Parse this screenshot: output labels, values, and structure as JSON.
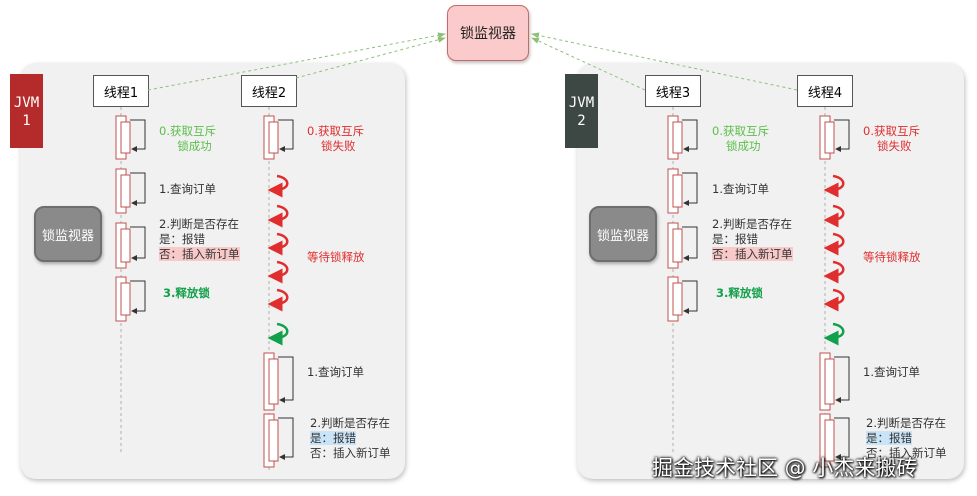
{
  "top_monitor": {
    "label": "锁监视器"
  },
  "jvms": [
    {
      "label_line1": "JVM",
      "label_line2": "1",
      "color": "#b52a2a",
      "monitor_label": "锁监视器",
      "thread_a": {
        "name": "线程1",
        "step0_line1": "0.获取互斥",
        "step0_line2": "锁成功",
        "step1": "1.查询订单",
        "step2_line1": "2.判断是否存在",
        "step2_line2": "是：报错",
        "step2_line3": "否：插入新订单",
        "step3": "3.释放锁"
      },
      "thread_b": {
        "name": "线程2",
        "step0_line1": "0.获取互斥",
        "step0_line2": "锁失败",
        "wait": "等待锁释放",
        "step1": "1.查询订单",
        "step2_line1": "2.判断是否存在",
        "step2_line2": "是：报错",
        "step2_line3": "否：插入新订单"
      }
    },
    {
      "label_line1": "JVM",
      "label_line2": "2",
      "color": "#3d4744",
      "monitor_label": "锁监视器",
      "thread_a": {
        "name": "线程3",
        "step0_line1": "0.获取互斥",
        "step0_line2": "锁成功",
        "step1": "1.查询订单",
        "step2_line1": "2.判断是否存在",
        "step2_line2": "是：报错",
        "step2_line3": "否：插入新订单",
        "step3": "3.释放锁"
      },
      "thread_b": {
        "name": "线程4",
        "step0_line1": "0.获取互斥",
        "step0_line2": "锁失败",
        "wait": "等待锁释放",
        "step1": "1.查询订单",
        "step2_line1": "2.判断是否存在",
        "step2_line2": "是：报错",
        "step2_line3": "否：插入新订单"
      }
    }
  ],
  "watermark": "掘金技术社区 @ 小杰来搬砖",
  "colors": {
    "activation_border": "#c0504d",
    "connector": "#7fbf6a",
    "wait_arrow": "#e02d2d",
    "resume_arrow": "#12a04a"
  }
}
